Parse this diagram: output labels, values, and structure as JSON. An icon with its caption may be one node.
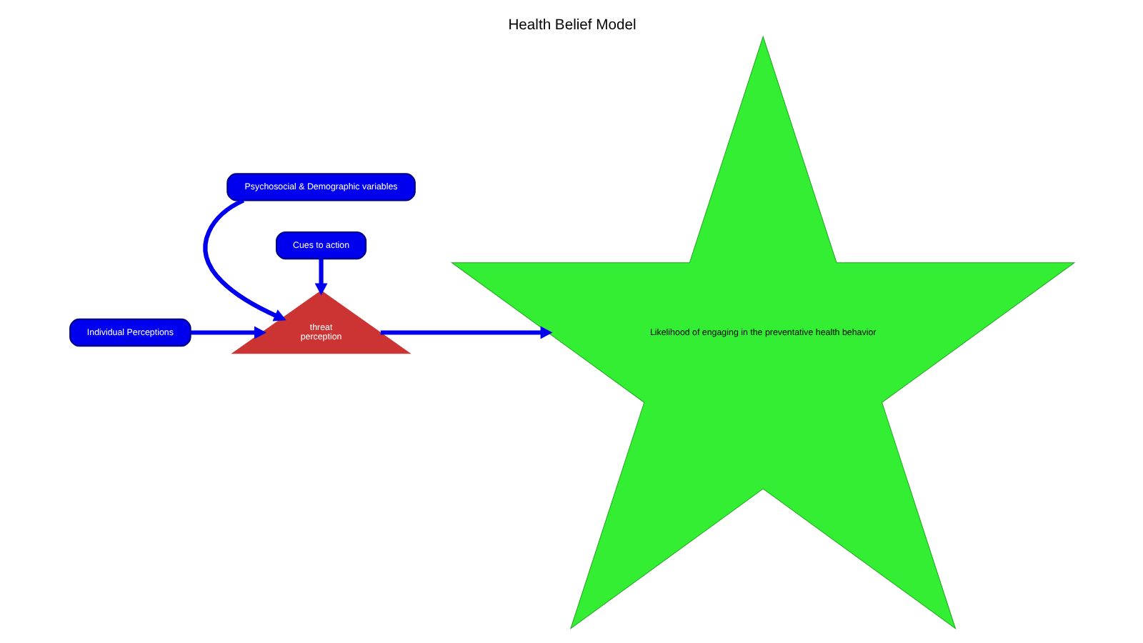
{
  "diagram": {
    "title": "Health Belief Model",
    "nodes": [
      {
        "text": [
          "Psychosocial & Demographic variables"
        ]
      },
      {
        "text": [
          "Individual Perceptions"
        ]
      },
      {
        "text": [
          "threat",
          "perception"
        ]
      },
      {
        "text": [
          "Likelihood of engaging in the preventative health behavior"
        ]
      },
      {
        "text": [
          "Cues to action"
        ]
      }
    ],
    "edges": [
      {
        "from": 0,
        "to": 2,
        "arrow": "to"
      },
      {
        "from": 1,
        "to": 2,
        "arrow": "to"
      },
      {
        "from": 4,
        "to": 2,
        "arrow": "to"
      },
      {
        "from": 2,
        "to": 3,
        "arrow": "to"
      }
    ]
  }
}
